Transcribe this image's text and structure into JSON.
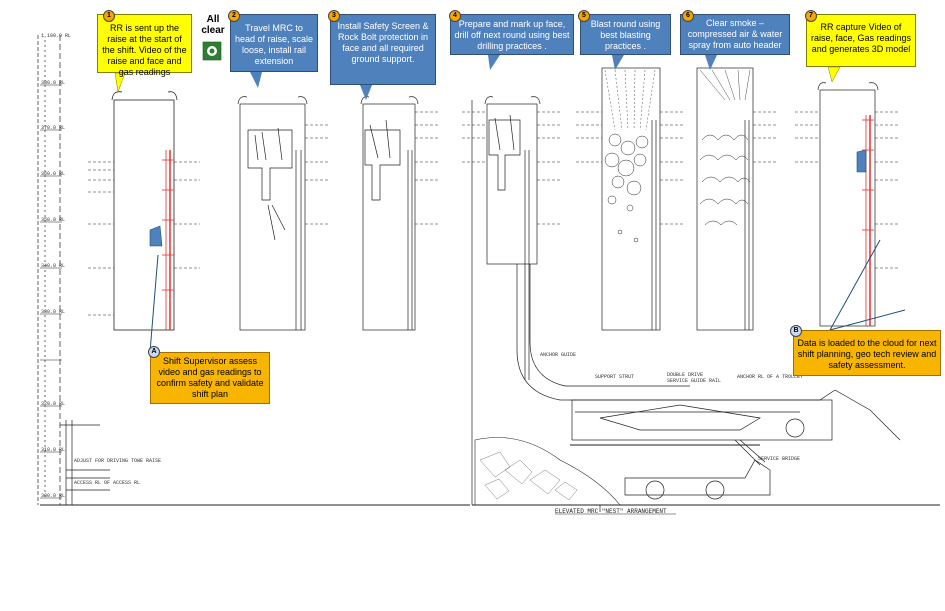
{
  "steps": [
    {
      "badge": "1",
      "text": "RR is sent up the raise at the start of the shift. Video of the raise and face and gas readings"
    },
    {
      "badge": "2",
      "text": "Travel MRC to head of raise, scale loose, install rail extension"
    },
    {
      "badge": "3",
      "text": "Install Safety Screen & Rock Bolt protection in face and  all required ground support."
    },
    {
      "badge": "4",
      "text": "Prepare and mark up face, drill off next round using best drilling practices ."
    },
    {
      "badge": "5",
      "text": "Blast round using best blasting practices ."
    },
    {
      "badge": "6",
      "text": "Clear smoke – compressed air & water spray from auto header"
    },
    {
      "badge": "7",
      "text": "RR capture Video of raise, face, Gas readings and generates 3D model"
    }
  ],
  "all_clear": "All clear",
  "note_a": {
    "badge": "A",
    "text": "Shift Supervisor assess video and gas readings to confirm safety and validate shift plan"
  },
  "note_b": {
    "badge": "B",
    "text": "Data is loaded to the cloud for next shift planning, geo tech review and safety assessment."
  },
  "caption": "ELEVATED MRC \"NEST\" ARRANGEMENT",
  "drawing_labels": {
    "anchor_guide": "ANCHOR GUIDE",
    "double_drive": "DOUBLE DRIVE",
    "service_guide_rail": "SERVICE GUIDE RAIL",
    "anchor_rl": "ANCHOR RL OF A TROLLEY",
    "service_bridge": "SERVICE BRIDGE",
    "support_rl": "SUPPORT STRUT",
    "drive_raise": "ADJUST FOR DRIVING TOWE RAISE",
    "access": "ACCESS RL OF ACCESS RL"
  },
  "elevations": [
    "1,100.0 RL",
    "380.0 RL",
    "370.0 RL",
    "360.0 RL",
    "350.0 RL",
    "340.0 RL",
    "330.0 RL",
    "320.0 RL",
    "310.0 RL",
    "300.0 RL"
  ],
  "colors": {
    "blue_box": "#4f81bd",
    "yellow_box": "#ffff00",
    "orange_box": "#f7b500",
    "red_robot": "#e03030",
    "line": "#222222"
  }
}
